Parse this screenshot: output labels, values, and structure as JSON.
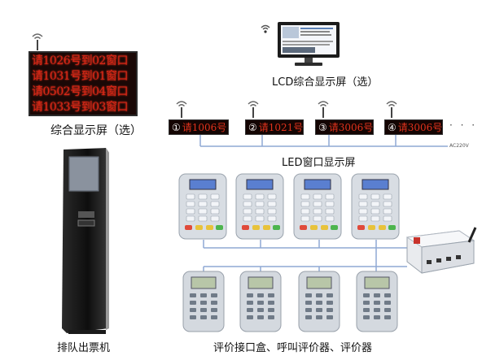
{
  "big_led": {
    "rows": [
      "请1026号到02窗口",
      "请1031号到01窗口",
      "请0502号到04窗口",
      "请1033号到03窗口"
    ]
  },
  "labels": {
    "lcd": "LCD综合显示屏（选）",
    "integrated": "综合显示屏（选）",
    "led_window": "LED窗口显示屏",
    "ac": "AC220V",
    "kiosk": "排队出票机",
    "evaluators": "评价接口盒、呼叫评价器、评价器"
  },
  "window_screens": [
    {
      "num": "①",
      "text": "请1006号"
    },
    {
      "num": "②",
      "text": "请1021号"
    },
    {
      "num": "③",
      "text": "请3006号"
    },
    {
      "num": "④",
      "text": "请3006号"
    }
  ],
  "ellipsis": "· · ·",
  "colors": {
    "led_red": "#d82616",
    "bus_line": "#8fa9d4"
  }
}
